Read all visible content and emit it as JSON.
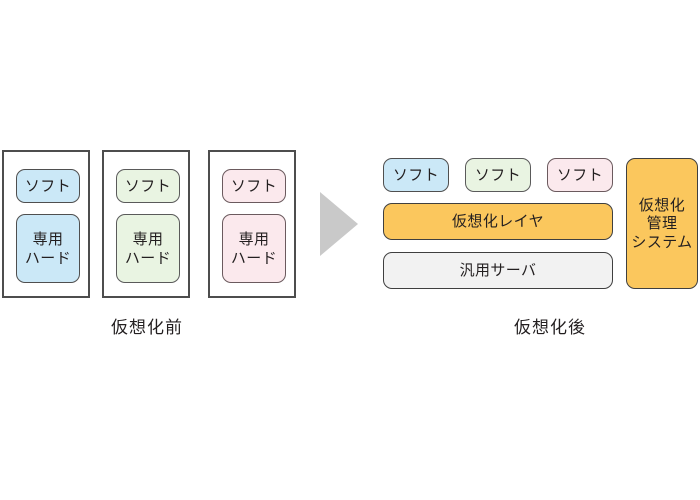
{
  "diagram": {
    "title_visible": false,
    "background": "#ffffff",
    "arrow": {
      "name": "transition-arrow",
      "color": "#c9c9c9",
      "direction": "right"
    },
    "before": {
      "caption": "仮想化前",
      "servers": [
        {
          "accent": "#cbe8f7",
          "color_name": "blue",
          "software_label": "ソフト",
          "hardware_label": "専用\nハード"
        },
        {
          "accent": "#e9f4e2",
          "color_name": "green",
          "software_label": "ソフト",
          "hardware_label": "専用\nハード"
        },
        {
          "accent": "#fbe9ed",
          "color_name": "pink",
          "software_label": "ソフト",
          "hardware_label": "専用\nハード"
        }
      ]
    },
    "after": {
      "caption": "仮想化後",
      "software_boxes": [
        {
          "label": "ソフト",
          "accent": "#cbe8f7",
          "color_name": "blue"
        },
        {
          "label": "ソフト",
          "accent": "#e9f4e2",
          "color_name": "green"
        },
        {
          "label": "ソフト",
          "accent": "#fbe9ed",
          "color_name": "pink"
        }
      ],
      "virtualization_layer": {
        "label": "仮想化レイヤ",
        "accent": "#fbc75d",
        "color_name": "orange"
      },
      "server_layer": {
        "label": "汎用サーバ",
        "accent": "#f2f2f2",
        "color_name": "gray"
      },
      "management_system": {
        "label": "仮想化\n管理\nシステム",
        "accent": "#fbc75d",
        "color_name": "orange"
      }
    }
  }
}
